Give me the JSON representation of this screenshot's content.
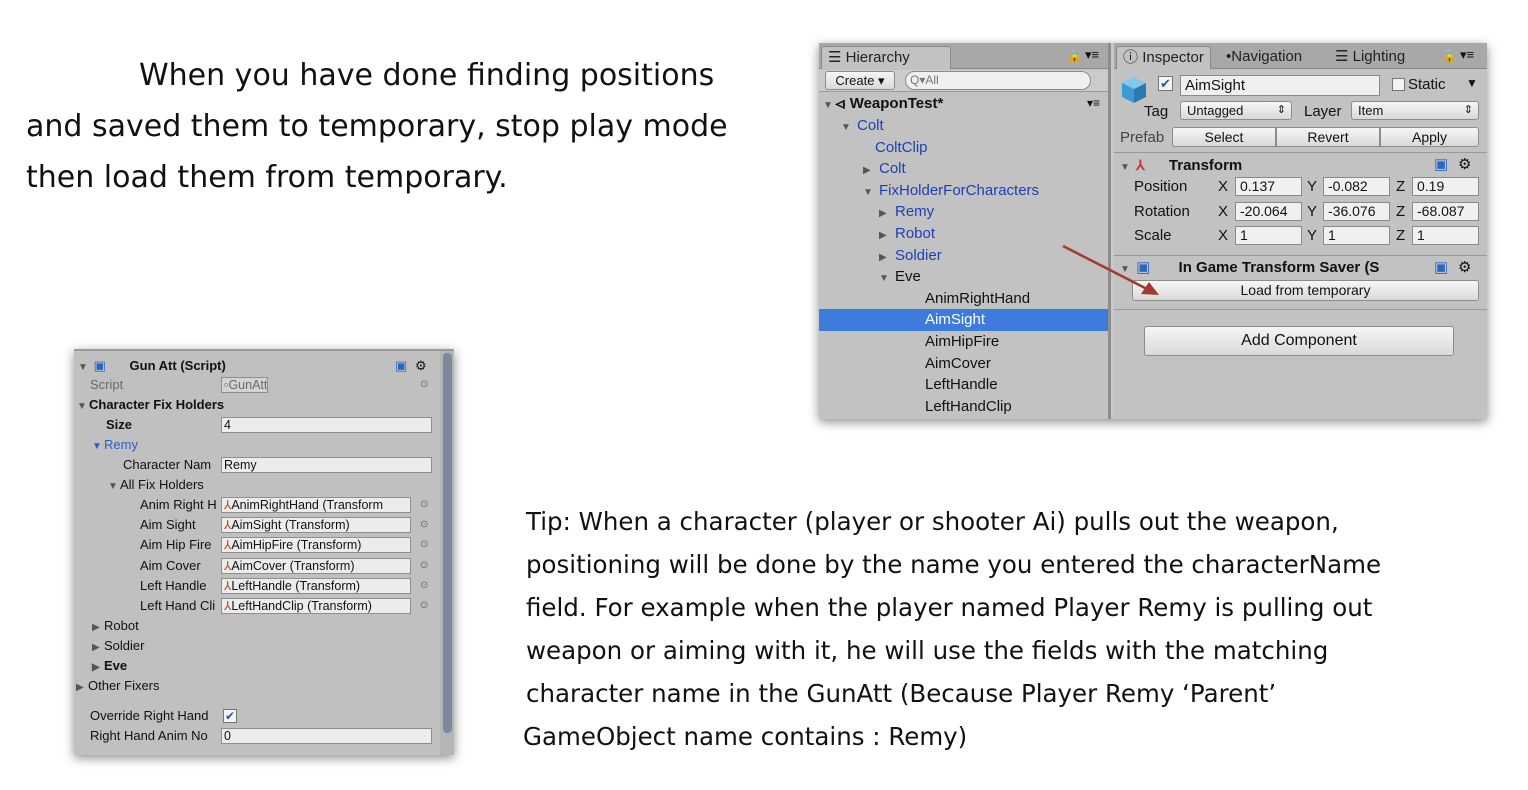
{
  "top_paragraph": {
    "line1": "When you have done finding positions",
    "line2": "and saved them to temporary, stop play mode",
    "line3": "then load them from temporary."
  },
  "tip_paragraph": {
    "line1": "Tip: When a character (player or shooter Ai) pulls out the weapon,",
    "line2": "positioning will be done by the name you entered the characterName",
    "line3": "field. For example when the player named Player Remy is pulling out",
    "line4": "weapon or aiming with it, he will use the fields with the matching",
    "line5": "character name in the GunAtt (Because Player Remy ‘Parent’",
    "line6": "GameObject name contains : Remy)"
  },
  "hierarchy": {
    "tab_label": "Hierarchy",
    "create_label": "Create ▾",
    "search_placeholder": "Q▾All",
    "scene_name": "WeaponTest*",
    "rows": [
      {
        "label": "Colt",
        "state": "expanded",
        "depth": 1,
        "blue": true
      },
      {
        "label": "ColtClip",
        "state": "none",
        "depth": 2,
        "blue": true
      },
      {
        "label": "Colt",
        "state": "collapsed",
        "depth": 2,
        "blue": true
      },
      {
        "label": "FixHolderForCharacters",
        "state": "expanded",
        "depth": 2,
        "blue": true
      },
      {
        "label": "Remy",
        "state": "collapsed",
        "depth": 3,
        "blue": true
      },
      {
        "label": "Robot",
        "state": "collapsed",
        "depth": 3,
        "blue": true
      },
      {
        "label": "Soldier",
        "state": "collapsed",
        "depth": 3,
        "blue": true
      },
      {
        "label": "Eve",
        "state": "expanded",
        "depth": 3,
        "blue": false
      },
      {
        "label": "AnimRightHand",
        "state": "none",
        "depth": 4,
        "blue": false
      },
      {
        "label": "AimSight",
        "state": "none",
        "depth": 4,
        "blue": false,
        "selected": true
      },
      {
        "label": "AimHipFire",
        "state": "none",
        "depth": 4,
        "blue": false
      },
      {
        "label": "AimCover",
        "state": "none",
        "depth": 4,
        "blue": false
      },
      {
        "label": "LeftHandle",
        "state": "none",
        "depth": 4,
        "blue": false
      },
      {
        "label": "LeftHandClip",
        "state": "none",
        "depth": 4,
        "blue": false
      }
    ]
  },
  "inspector": {
    "tabs": [
      "Inspector",
      "Navigation",
      "Lighting"
    ],
    "object_name": "AimSight",
    "static_label": "Static",
    "tag_label": "Tag",
    "tag_value": "Untagged",
    "layer_label": "Layer",
    "layer_value": "Item",
    "prefab_label": "Prefab",
    "prefab_buttons": [
      "Select",
      "Revert",
      "Apply"
    ],
    "transform": {
      "title": "Transform",
      "position_label": "Position",
      "rotation_label": "Rotation",
      "scale_label": "Scale",
      "axis_x": "X",
      "axis_y": "Y",
      "axis_z": "Z",
      "position": [
        "0.137",
        "-0.082",
        "0.19"
      ],
      "rotation": [
        "-20.064",
        "-36.076",
        "-68.087"
      ],
      "scale": [
        "1",
        "1",
        "1"
      ]
    },
    "saver": {
      "title": "In Game Transform Saver (S",
      "load_button": "Load from temporary"
    },
    "add_component": "Add Component"
  },
  "gun_att": {
    "title": "Gun Att (Script)",
    "script_label": "Script",
    "script_value": "GunAtt",
    "holders_label": "Character Fix Holders",
    "size_label": "Size",
    "size_value": "4",
    "remy_label": "Remy",
    "char_name_label": "Character Nam",
    "char_name_value": "Remy",
    "all_fix_label": "All Fix Holders",
    "fix_rows": [
      {
        "label": "Anim Right H",
        "value": "AnimRightHand (Transform"
      },
      {
        "label": "Aim Sight",
        "value": "AimSight (Transform)"
      },
      {
        "label": "Aim Hip Fire",
        "value": "AimHipFire (Transform)"
      },
      {
        "label": "Aim Cover",
        "value": "AimCover (Transform)"
      },
      {
        "label": "Left Handle",
        "value": "LeftHandle (Transform)"
      },
      {
        "label": "Left Hand Cli",
        "value": "LeftHandClip (Transform)"
      }
    ],
    "robot_label": "Robot",
    "soldier_label": "Soldier",
    "eve_label": "Eve",
    "other_fixers_label": "Other Fixers",
    "override_label": "Override Right Hand",
    "anim_no_label": "Right Hand Anim No",
    "anim_no_value": "0"
  }
}
